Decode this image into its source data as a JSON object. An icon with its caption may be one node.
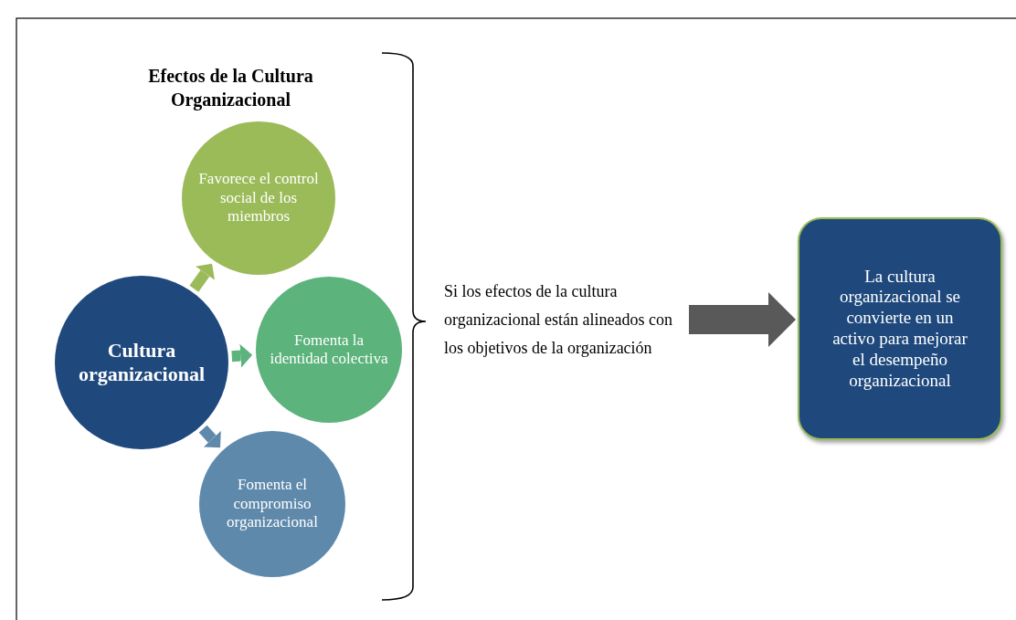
{
  "diagram": {
    "title": "Efectos de la Cultura Organizacional",
    "nodes": [
      {
        "text": [
          "Cultura organizacional"
        ]
      },
      {
        "text": [
          "Favorece el control social de los miembros"
        ]
      },
      {
        "text": [
          "Fomenta la identidad colectiva"
        ]
      },
      {
        "text": [
          "Fomenta el compromiso organizacional"
        ]
      },
      {
        "text": [
          "Si los efectos de la cultura organizacional están alineados con los objetivos de la organización"
        ]
      },
      {
        "text": [
          "La cultura organizacional se convierte en un activo para mejorar el desempeño organizacional"
        ]
      }
    ],
    "edges": [
      {
        "from": 0,
        "to": 1,
        "arrow": "to",
        "color": "#9bbb59"
      },
      {
        "from": 0,
        "to": 2,
        "arrow": "to",
        "color": "#5cb37c"
      },
      {
        "from": 0,
        "to": 3,
        "arrow": "to",
        "color": "#5f89ab"
      },
      {
        "from": 4,
        "to": 5,
        "arrow": "to",
        "style": "thick",
        "color": "#595959"
      }
    ]
  }
}
